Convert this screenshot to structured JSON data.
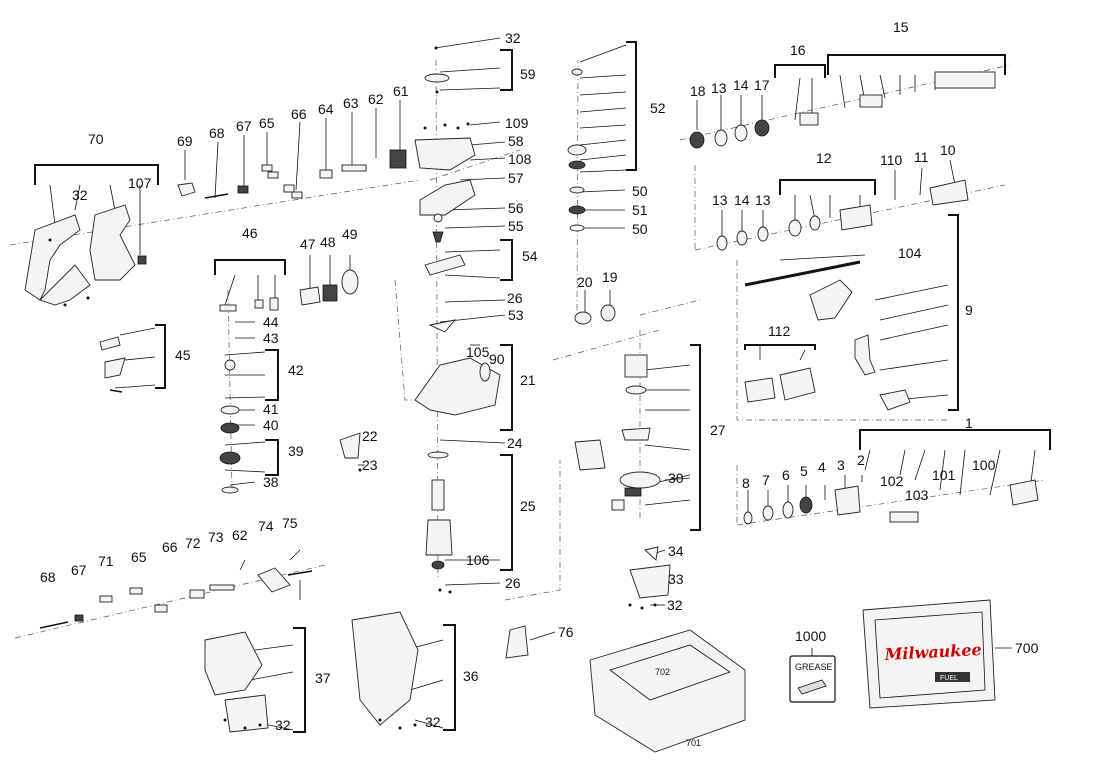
{
  "labels": {
    "p1": "1",
    "p2": "2",
    "p3": "3",
    "p4": "4",
    "p5": "5",
    "p6": "6",
    "p7": "7",
    "p8": "8",
    "p9": "9",
    "p10": "10",
    "p11": "11",
    "p12": "12",
    "p13a": "13",
    "p13b": "13",
    "p13c": "13",
    "p14a": "14",
    "p14b": "14",
    "p15": "15",
    "p16": "16",
    "p17": "17",
    "p18": "18",
    "p19": "19",
    "p20": "20",
    "p21": "21",
    "p22": "22",
    "p23": "23",
    "p24": "24",
    "p25": "25",
    "p26a": "26",
    "p26b": "26",
    "p27": "27",
    "p30": "30",
    "p32a": "32",
    "p32b": "32",
    "p32c": "32",
    "p32d": "32",
    "p32e": "32",
    "p33": "33",
    "p34": "34",
    "p36": "36",
    "p37": "37",
    "p38": "38",
    "p39": "39",
    "p40": "40",
    "p41": "41",
    "p42": "42",
    "p43": "43",
    "p44": "44",
    "p45": "45",
    "p46": "46",
    "p47": "47",
    "p48": "48",
    "p49": "49",
    "p50a": "50",
    "p50b": "50",
    "p51": "51",
    "p52": "52",
    "p53": "53",
    "p54": "54",
    "p55": "55",
    "p56": "56",
    "p57": "57",
    "p58": "58",
    "p59": "59",
    "p61": "61",
    "p62a": "62",
    "p62b": "62",
    "p63": "63",
    "p64": "64",
    "p65a": "65",
    "p65b": "65",
    "p66a": "66",
    "p66b": "66",
    "p67a": "67",
    "p67b": "67",
    "p68a": "68",
    "p68b": "68",
    "p69": "69",
    "p70": "70",
    "p71": "71",
    "p72": "72",
    "p73": "73",
    "p74": "74",
    "p75": "75",
    "p76": "76",
    "p90": "90",
    "p100": "100",
    "p101": "101",
    "p102": "102",
    "p103": "103",
    "p104": "104",
    "p105": "105",
    "p106": "106",
    "p107": "107",
    "p108": "108",
    "p109": "109",
    "p110": "110",
    "p112": "112",
    "p700": "700",
    "p701": "701",
    "p702": "702",
    "p1000": "1000"
  },
  "grease_label": "GREASE",
  "brand_label": "Milwaukee",
  "case_badge": "FUEL"
}
